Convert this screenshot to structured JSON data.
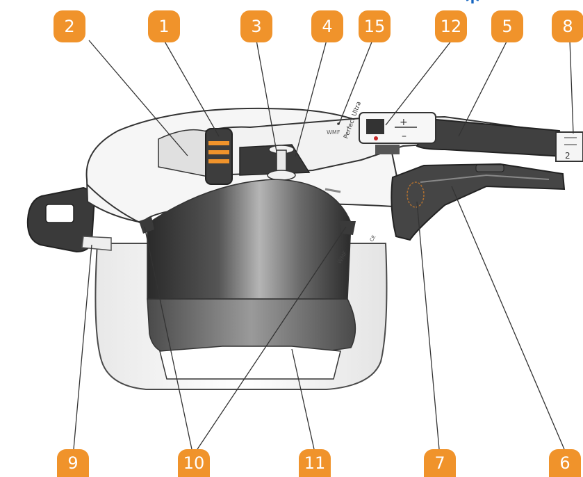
{
  "colors": {
    "callout": "#f0932b",
    "asterisk": "#1565c0",
    "body_dark": "#3d3d3d",
    "steel_light": "#f4f4f4",
    "leader": "#333333"
  },
  "callouts": {
    "top": [
      "2",
      "1",
      "3",
      "4",
      "15",
      "12",
      "5",
      "8"
    ],
    "bottom": [
      "9",
      "10",
      "11",
      "7",
      "6"
    ]
  },
  "asterisk": "*",
  "handle": {
    "brand_mark": "WMF",
    "model": "Perfect Ultra",
    "plus": "+",
    "minus": "–",
    "scale_value": "2"
  },
  "pot": {
    "brand_mark": "WMF",
    "ce_mark": "CE"
  }
}
